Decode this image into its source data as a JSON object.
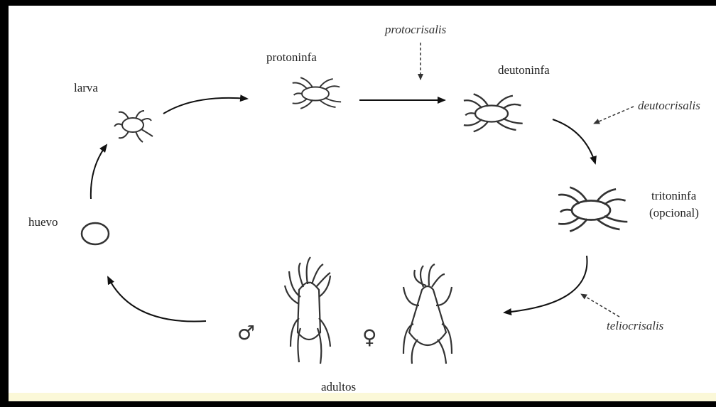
{
  "labels": {
    "larva": "larva",
    "protoninfa": "protoninfa",
    "deutoninfa": "deutoninfa",
    "tritoninfa_line1": "tritoninfa",
    "tritoninfa_line2": "(opcional)",
    "huevo": "huevo",
    "adultos": "adultos",
    "protocrisalis": "protocrisalis",
    "deutocrisalis": "deutocrisalis",
    "teliocrisalis": "teliocrisalis",
    "male_symbol": "♂",
    "female_symbol": "♀"
  },
  "colors": {
    "frame": "#000000",
    "background": "#ffffff",
    "bottom_strip": "#fbf8d8",
    "ink": "#222222"
  }
}
